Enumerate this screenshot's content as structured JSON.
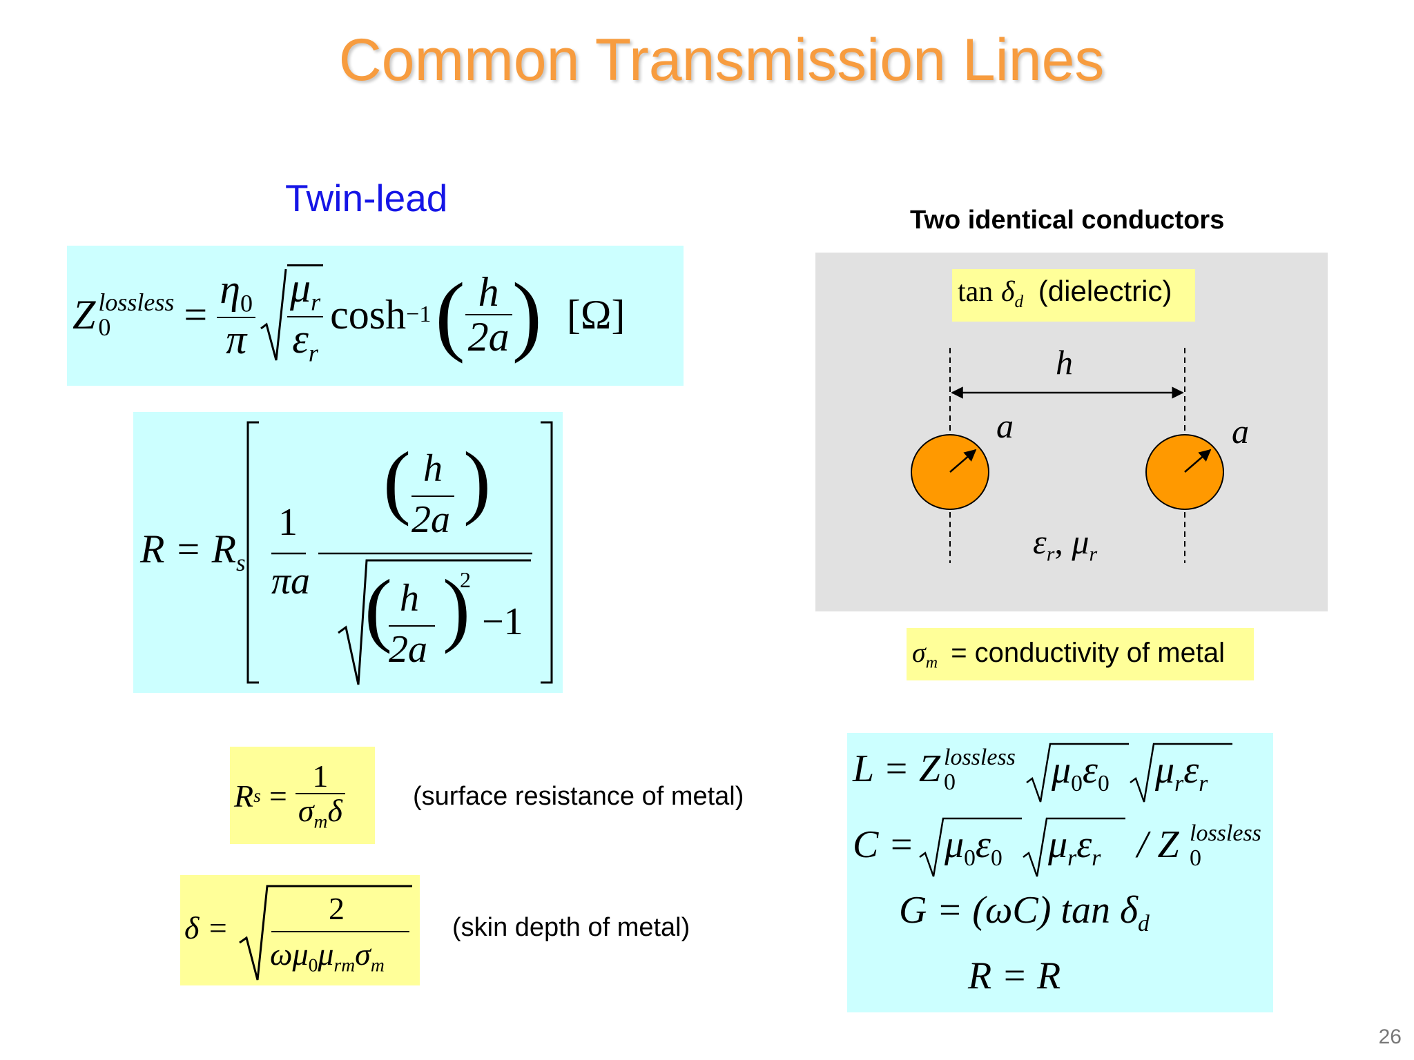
{
  "slide": {
    "title": "Common Transmission Lines",
    "section": "Twin-lead",
    "diagram_title": "Two identical conductors",
    "page_number": "26"
  },
  "eq_z0": {
    "lhs": "Z",
    "lhs_sup": "lossless",
    "lhs_sub": "0",
    "eq": "=",
    "eta": "η",
    "eta_sub": "0",
    "pi": "π",
    "mu": "μ",
    "mu_sub": "r",
    "eps": "ε",
    "eps_sub": "r",
    "cosh": "cosh",
    "cosh_sup": "−1",
    "h": "h",
    "two_a": "2a",
    "unit": "[Ω]"
  },
  "eq_r": {
    "lhs": "R = R",
    "lhs_sub": "s",
    "one": "1",
    "pi_a": "πa",
    "h": "h",
    "two_a": "2a",
    "sq": "2",
    "minus_one": "−1"
  },
  "eq_rs": {
    "lhs": "R",
    "lhs_sub": "s",
    "eq": "=",
    "one": "1",
    "sigma": "σ",
    "sigma_sub": "m",
    "delta": "δ",
    "description": "(surface resistance of metal)"
  },
  "eq_delta": {
    "lhs": "δ =",
    "two": "2",
    "omega_mu": "ωμ",
    "mu0_sub": "0",
    "mu": "μ",
    "murm_sub": "rm",
    "sigma": "σ",
    "sigma_sub": "m",
    "description": "(skin depth of metal)"
  },
  "diagram": {
    "dielectric_label": "(dielectric)",
    "tan": "tan",
    "delta": "δ",
    "delta_sub": "d",
    "h": "h",
    "a_left": "a",
    "a_right": "a",
    "eps": "ε",
    "eps_sub": "r",
    "comma": ",",
    "mu": "μ",
    "mu_sub": "r",
    "conductor_color": "#ff9900",
    "box_color": "#e1e1e1"
  },
  "sigma_note": {
    "sigma": "σ",
    "sigma_sub": "m",
    "text": "= conductivity of metal"
  },
  "eq_lcgr": {
    "L_lhs": "L = Z",
    "L_sup": "lossless",
    "L_sub": "0",
    "mu0": "μ",
    "mu0_sub": "0",
    "eps0": "ε",
    "eps0_sub": "0",
    "mur": "μ",
    "mur_sub": "r",
    "epsr": "ε",
    "epsr_sub": "r",
    "C_lhs": "C =",
    "C_div": "/ Z",
    "C_sup": "lossless",
    "C_sub": "0",
    "G_line": "G = (ωC) tan δ",
    "G_sub": "d",
    "R_line": "R = R"
  }
}
